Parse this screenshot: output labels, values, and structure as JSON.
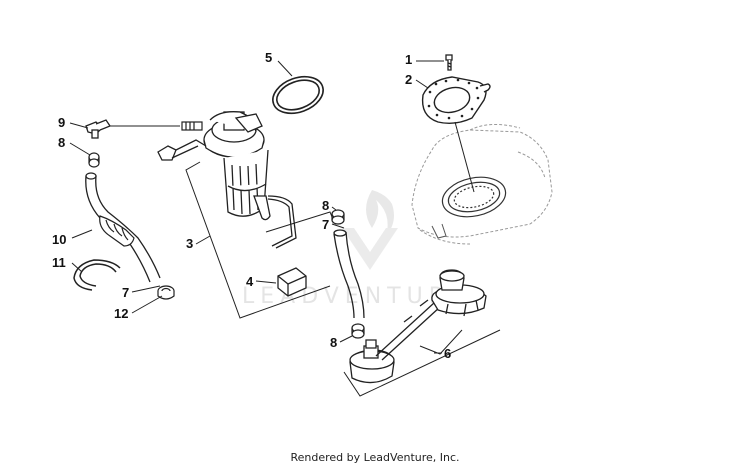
{
  "callouts": {
    "c1": "1",
    "c2": "2",
    "c3": "3",
    "c4": "4",
    "c5": "5",
    "c6": "6",
    "c7a": "7",
    "c7b": "7",
    "c8a": "8",
    "c8b": "8",
    "c8c": "8",
    "c9": "9",
    "c10": "10",
    "c11": "11",
    "c12": "12"
  },
  "watermark": "LEADVENTURE",
  "footer": "Rendered by LeadVenture, Inc.",
  "colors": {
    "line": "#222222",
    "ghost": "#9a9a9a",
    "watermark": "#d0d0d0"
  }
}
